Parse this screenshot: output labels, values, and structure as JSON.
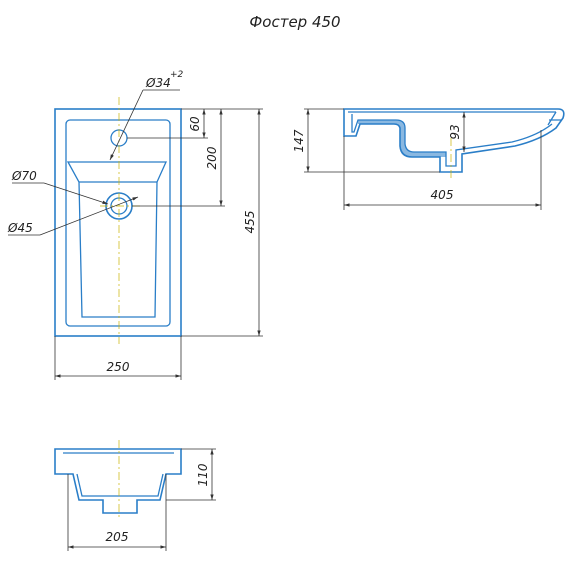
{
  "title": "Фостер 450",
  "top_view": {
    "hole_diameter": "Ø34",
    "hole_tolerance": "+2",
    "hole_offset": "60",
    "drain_offset": "200",
    "total_length": "455",
    "drain_outer": "Ø70",
    "drain_inner": "Ø45",
    "width": "250"
  },
  "side_view": {
    "height": "147",
    "bowl_depth": "93",
    "depth": "405"
  },
  "front_view": {
    "height": "110",
    "width": "205"
  },
  "colors": {
    "outline": "#2a7ec8",
    "dimension": "#333333",
    "axis": "#c8b400"
  }
}
